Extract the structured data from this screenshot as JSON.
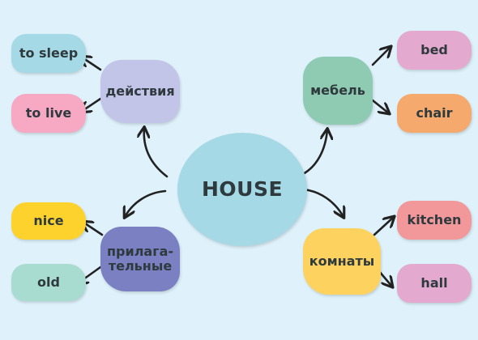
{
  "center": {
    "label": "HOUSE",
    "color": "#a5d9e6"
  },
  "categories": {
    "actions": {
      "label": "действия",
      "color": "#c2c4e8"
    },
    "furniture": {
      "label": "мебель",
      "color": "#8ecbb2"
    },
    "adjectives": {
      "label_line1": "прилага-",
      "label_line2": "тельные",
      "color": "#7a80c2"
    },
    "rooms": {
      "label": "комнаты",
      "color": "#fdd25f"
    }
  },
  "leaves": {
    "to_sleep": {
      "label": "to sleep",
      "color": "#a5d9e6"
    },
    "to_live": {
      "label": "to live",
      "color": "#f7a9c4"
    },
    "bed": {
      "label": "bed",
      "color": "#e3a9cf"
    },
    "chair": {
      "label": "chair",
      "color": "#f5a96d"
    },
    "nice": {
      "label": "nice",
      "color": "#fdd22d"
    },
    "old": {
      "label": "old",
      "color": "#a8dcd0"
    },
    "kitchen": {
      "label": "kitchen",
      "color": "#f2989a"
    },
    "hall": {
      "label": "hall",
      "color": "#e3a9cf"
    }
  },
  "arrow_color": "#222222"
}
